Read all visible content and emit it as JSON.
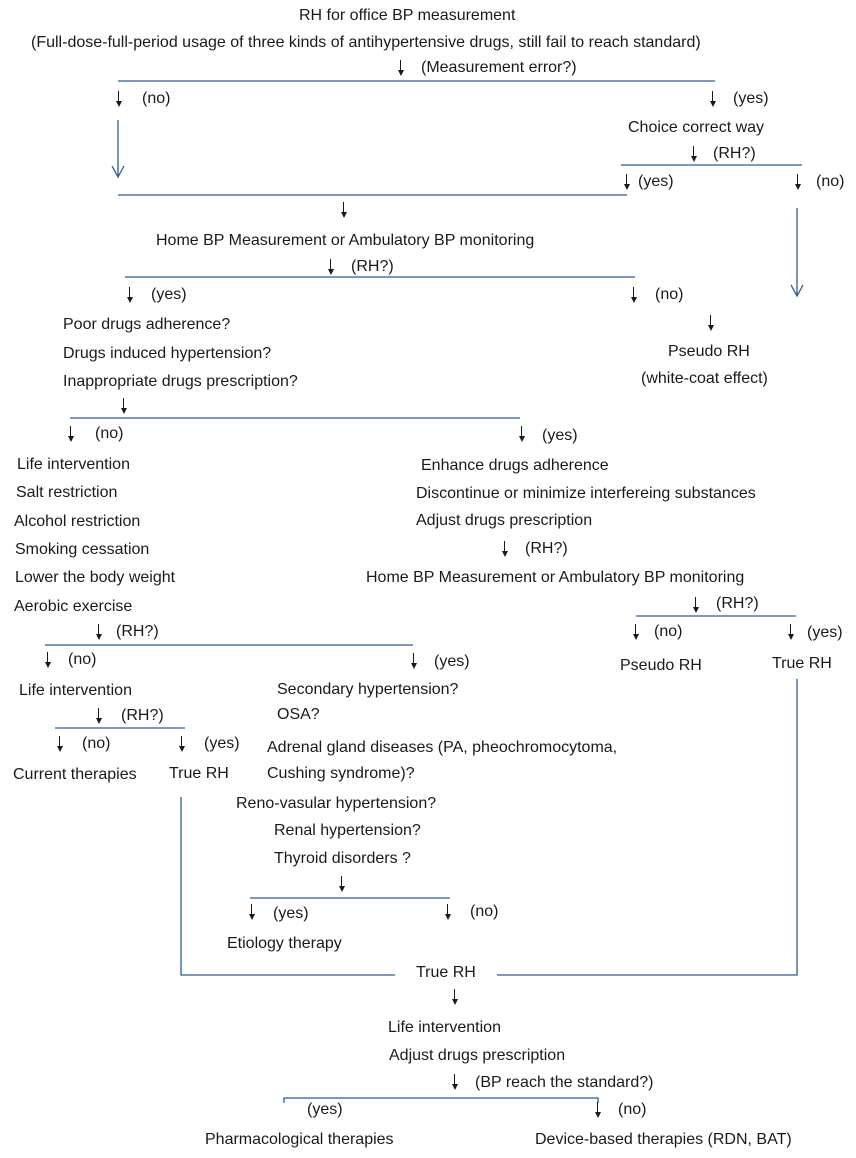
{
  "title": "RH for office BP measurement",
  "subtitle": "(Full-dose-full-period usage of three kinds of antihypertensive drugs, still fail to reach standard)",
  "q_measurement_error": "(Measurement error?)",
  "no": "(no)",
  "yes": "(yes)",
  "rh_q": "(RH?)",
  "choice_correct_way": "Choice correct way",
  "home_ambulatory": "Home BP Measurement or Ambulatory BP monitoring",
  "poor_adherence": "Poor drugs adherence?",
  "drugs_induced": "Drugs induced hypertension?",
  "inappropriate_prescription": "Inappropriate drugs prescription?",
  "pseudo_rh": "Pseudo RH",
  "white_coat": "(white-coat effect)",
  "life_intervention": "Life intervention",
  "salt_restriction": "Salt restriction",
  "alcohol_restriction": "Alcohol restriction",
  "smoking_cessation": "Smoking cessation",
  "lower_weight": "Lower the body weight",
  "aerobic_exercise": "Aerobic exercise",
  "enhance_adherence": "Enhance drugs adherence",
  "discontinue_substances": "Discontinue or minimize interfereing substances",
  "adjust_prescription": "Adjust drugs prescription",
  "true_rh": "True RH",
  "secondary_hypertension": "Secondary hypertension?",
  "osa": "OSA?",
  "adrenal_1": "Adrenal gland diseases (PA, pheochromocytoma,",
  "adrenal_2": "Cushing syndrome)?",
  "renovascular": "Reno-vasular hypertension?",
  "renal": "Renal hypertension?",
  "thyroid": "Thyroid disorders ?",
  "current_therapies": "Current therapies",
  "etiology_therapy": "Etiology therapy",
  "bp_standard_q": "(BP reach the standard?)",
  "pharmacological": "Pharmacological therapies",
  "device_based": "Device-based therapies (RDN, BAT)",
  "colors": {
    "line": "#2e5a9a",
    "text": "#1a1a1a"
  }
}
